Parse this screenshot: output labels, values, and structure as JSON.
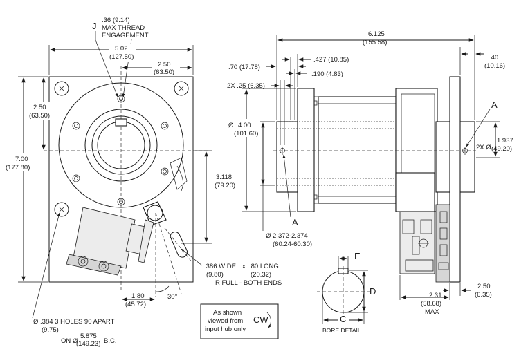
{
  "front_view": {
    "thread": {
      "line1": ".36 (9.14)",
      "line2": "MAX THREAD",
      "line3": "ENGAGEMENT"
    },
    "label_j": "J",
    "width_total": {
      "in": "5.02",
      "mm": "(127.50)"
    },
    "width_half": {
      "in": "2.50",
      "mm": "(63.50)"
    },
    "height_total": {
      "in": "7.00",
      "mm": "(177.80)"
    },
    "height_top": {
      "in": "2.50",
      "mm": "(63.50)"
    },
    "height_lever": {
      "in": "3.118",
      "mm": "(79.20)"
    },
    "slot": {
      "width_in": ".386 WIDE",
      "x": "x",
      "length_in": ".80 LONG",
      "width_mm": "(9.80)",
      "length_mm": "(20.32)",
      "ends": "R FULL - BOTH ENDS"
    },
    "offset": {
      "in": "1.80",
      "mm": "(45.72)"
    },
    "angle": "30°",
    "holes": {
      "line1": "Ø .384 3 HOLES 90  APART",
      "mm": "(9.75)",
      "bc_prefix": "ON Ø",
      "bc_in": "5.875",
      "bc_mm": "(149.23)",
      "bc_suffix": "B.C."
    }
  },
  "rotation_note": {
    "line1": "As shown",
    "line2": "viewed from",
    "line3": "input hub only",
    "direction": "CW"
  },
  "bore_detail": {
    "label_e": "E",
    "label_d": "D",
    "label_c": "C",
    "title": "BORE DETAIL"
  },
  "side_view": {
    "overall": {
      "in": "6.125",
      "mm": "(155.58)"
    },
    "right_offset": {
      "in": ".40",
      "mm": "(10.16)"
    },
    "dim_070": ".70 (17.78)",
    "dim_0427": ".427 (10.85)",
    "dim_0190": ".190 (4.83)",
    "dim_2x025": "2X .25 (6.35)",
    "diameter_400": {
      "prefix": "Ø",
      "in": "4.00",
      "mm": "(101.60)"
    },
    "pilot": {
      "line1": "Ø 2.372-2.374",
      "line2": "(60.24-60.30)"
    },
    "label_a_left": "A",
    "label_a_right": "A",
    "diameter_1937": {
      "prefix": "2X Ø",
      "in": "1.937",
      "mm": "(49.20)"
    },
    "bottom_231": {
      "in": "2.31",
      "mm": "(58.68)",
      "note": "MAX"
    },
    "bottom_250": {
      "in": "2.50",
      "mm": "(6.35)"
    }
  }
}
